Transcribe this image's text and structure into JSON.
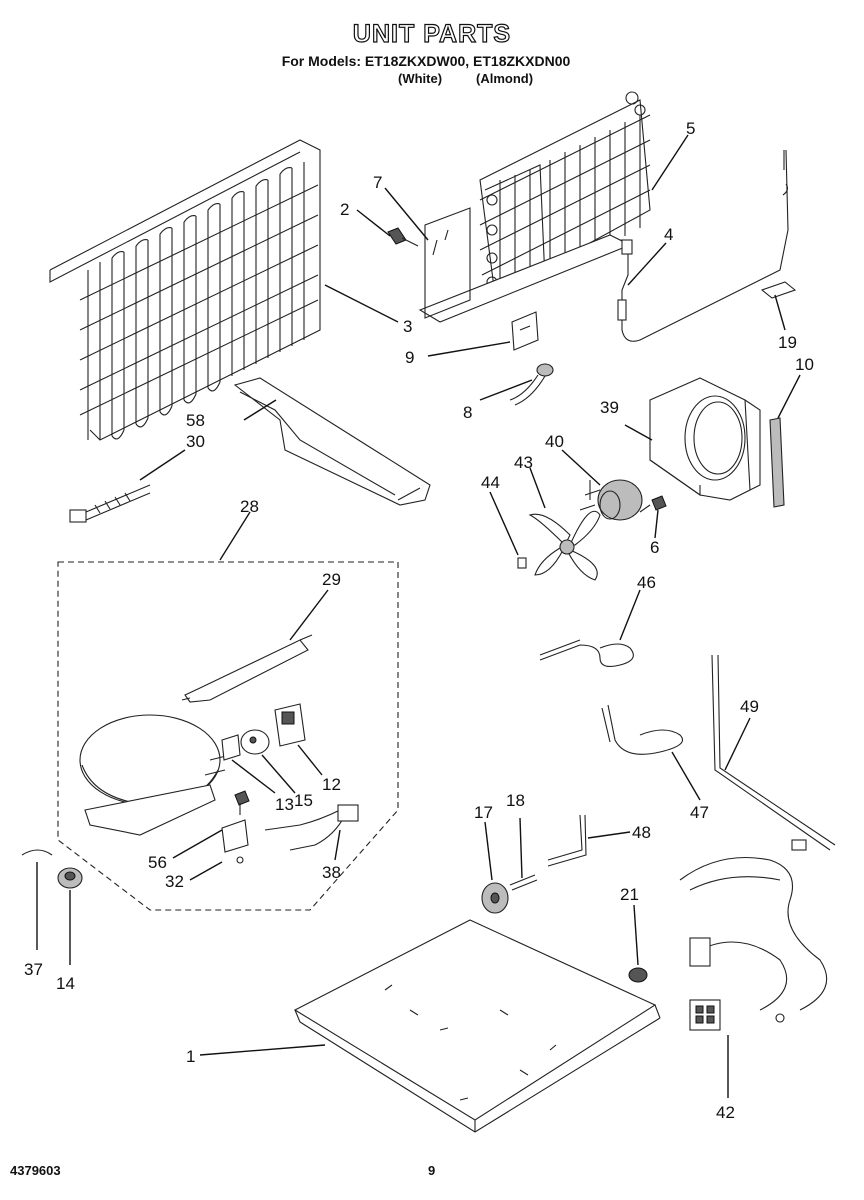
{
  "header": {
    "title": "UNIT PARTS",
    "models": "For Models: ET18ZKXDW00, ET18ZKXDN00",
    "color_white": "(White)",
    "color_almond": "(Almond)"
  },
  "callouts": [
    "7",
    "2",
    "5",
    "4",
    "3",
    "9",
    "19",
    "10",
    "8",
    "39",
    "58",
    "30",
    "40",
    "43",
    "44",
    "6",
    "28",
    "29",
    "46",
    "12",
    "15",
    "13",
    "49",
    "47",
    "48",
    "18",
    "17",
    "56",
    "32",
    "38",
    "21",
    "37",
    "14",
    "1",
    "42"
  ],
  "footer": {
    "doc_number": "4379603",
    "page_number": "9"
  }
}
